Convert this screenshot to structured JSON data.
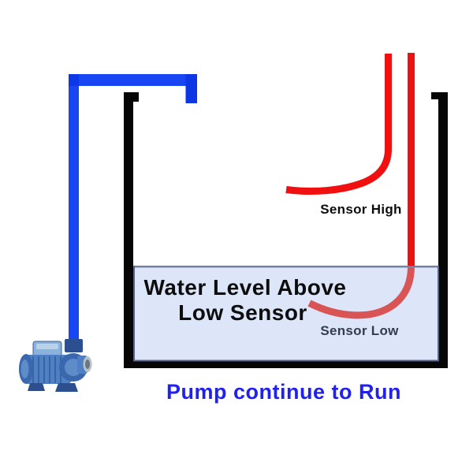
{
  "diagram": {
    "title_implied": "Pump water level diagram",
    "labels": {
      "sensor_high": "Sensor High",
      "sensor_low": "Sensor Low",
      "water_level_line1": "Water Level Above",
      "water_level_line2": "Low Sensor",
      "pump_status": "Pump continue to Run"
    },
    "colors": {
      "pipe": "#1846f3",
      "pipe_dark": "#0d36e4",
      "tank": "#060606",
      "water_fill": "#dce6f8",
      "water_border": "#56648c",
      "water_surface_line": "#7a89ad",
      "sensor_wire": "#f01010",
      "sensor_wire_submerged": "#d95555",
      "sensor_high_text": "#0d0d0d",
      "sensor_low_text": "#343c50",
      "headline_text": "#0d0d0d",
      "status_text": "#2121ef",
      "pump_body": "#4f7fc4",
      "pump_dark": "#2c4f8f",
      "pump_mid": "#3a67ad",
      "pump_light": "#8ab2dd",
      "pump_lighter": "#b8d2ec",
      "pump_accent": "#5e8cc9",
      "pump_flange_gray": "#b9c2c9",
      "pump_flange_hole": "#6b7780"
    }
  }
}
